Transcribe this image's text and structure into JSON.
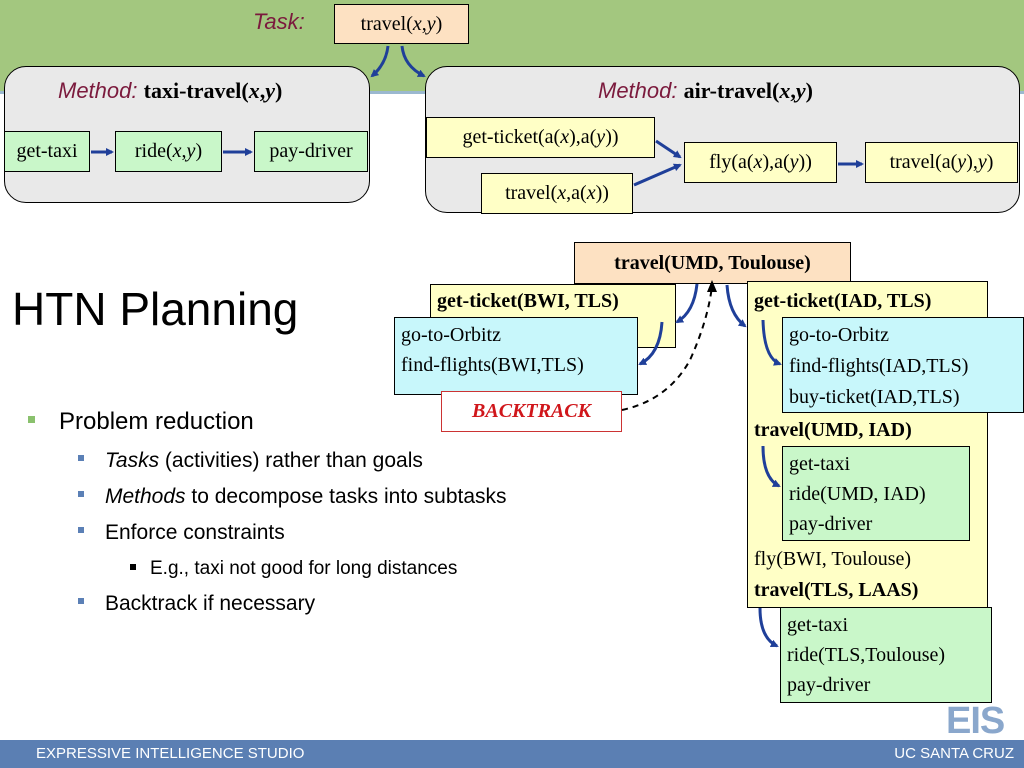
{
  "task": {
    "label": "Task:",
    "box": "travel(x,y)"
  },
  "taxi_method": {
    "label": "Method:",
    "name": "taxi-travel(x,y)",
    "steps": [
      "get-taxi",
      "ride(x,y)",
      "pay-driver"
    ]
  },
  "air_method": {
    "label": "Method:",
    "name": "air-travel(x,y)",
    "steps": [
      "get-ticket(a(x),a(y))",
      "travel(x,a(x))",
      "fly(a(x),a(y))",
      "travel(a(y),y)"
    ]
  },
  "title": "HTN Planning",
  "bullets": {
    "b1": "Problem reduction",
    "b2a_em": "Tasks",
    "b2a_rest": " (activities) rather than goals",
    "b2b_em": "Methods",
    "b2b_rest": " to decompose tasks into subtasks",
    "b2c": "Enforce constraints",
    "b3": "E.g., taxi not good for long distances",
    "b2d": "Backtrack if necessary"
  },
  "example": {
    "root": "travel(UMD, Toulouse)",
    "bwi_ticket": "get-ticket(BWI, TLS)",
    "bwi_steps": [
      "go-to-Orbitz",
      "find-flights(BWI,TLS)"
    ],
    "backtrack": "BACKTRACK",
    "iad_ticket": "get-ticket(IAD, TLS)",
    "iad_steps": [
      "go-to-Orbitz",
      "find-flights(IAD,TLS)",
      "buy-ticket(IAD,TLS)"
    ],
    "travel_umd_iad": "travel(UMD, IAD)",
    "umd_iad_steps": [
      "get-taxi",
      "ride(UMD, IAD)",
      "pay-driver"
    ],
    "fly": "fly(BWI, Toulouse)",
    "travel_tls_laas": "travel(TLS, LAAS)",
    "tls_steps": [
      "get-taxi",
      "ride(TLS,Toulouse)",
      "pay-driver"
    ]
  },
  "footer": {
    "left": "EXPRESSIVE INTELLIGENCE STUDIO",
    "right": "UC SANTA CRUZ"
  },
  "logo": "EIS",
  "colors": {
    "band": "#a3c77f",
    "method_label": "#7b1a3d",
    "arrow": "#1f3f99",
    "backtrack": "#d0161b",
    "footer": "#5b7fb3"
  }
}
